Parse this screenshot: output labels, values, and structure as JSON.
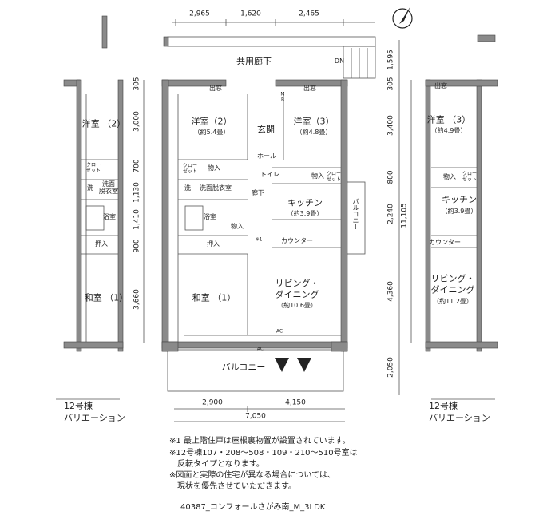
{
  "dimensions": {
    "top": [
      "2,965",
      "1,620",
      "2,465"
    ],
    "right": [
      "1,595",
      "305",
      "3,400",
      "800",
      "2,240",
      "4,360",
      "2,050"
    ],
    "right_total": "11,105",
    "left": [
      "305",
      "3,000",
      "700",
      "1,130",
      "1,410",
      "900",
      "3,660"
    ],
    "bottom": [
      "2,900",
      "4,150"
    ],
    "bottom_total": "7,050"
  },
  "common": {
    "corridor": "共用廊下",
    "down": "DN"
  },
  "main": {
    "bay_window": "出窓",
    "mb": "M\nB",
    "room2": "洋室（2）",
    "room2_size": "（約5.4畳）",
    "entrance": "玄関",
    "room3": "洋室（3）",
    "room3_size": "（約4.8畳）",
    "hall": "ホール",
    "closet": "クロー\nゼット",
    "storage": "物入",
    "toilet": "トイレ",
    "wash": "洗",
    "washroom": "洗面脱衣室",
    "corridor": "廊下",
    "kitchen": "キッチン",
    "kitchen_size": "（約3.9畳）",
    "bath": "浴室",
    "oshiire": "押入",
    "note1": "※1",
    "counter": "カウンター",
    "balcony_side": "バルコニー",
    "washitsu": "和室 （1）",
    "living": "リビング・",
    "living2": "ダイニング",
    "living_size": "（約10.6畳）",
    "ac": "AC",
    "balcony": "バルコニー"
  },
  "left_variation": {
    "room2": "洋室 （2）",
    "closet": "クロー\nゼット",
    "wash": "洗",
    "washroom": "洗面\n脱衣室",
    "bath": "浴室",
    "oshiire": "押入",
    "washitsu": "和室 （1）",
    "caption1": "12号棟",
    "caption2": "バリエーション"
  },
  "right_variation": {
    "bay_window": "出窓",
    "room3": "洋室 （3）",
    "room3_size": "（約4.9畳）",
    "storage": "物入",
    "closet": "クロー\nゼット",
    "kitchen": "キッチン",
    "kitchen_size": "（約3.9畳）",
    "counter": "カウンター",
    "living": "リビング・",
    "living2": "ダイニング",
    "living_size": "（約11.2畳）",
    "caption1": "12号棟",
    "caption2": "バリエーション"
  },
  "notes": [
    "※1 最上階住戸は屋根裏物置が設置されています。",
    "※12号棟107・208〜508・109・210〜510号室は",
    "　反転タイプとなります。",
    "※図面と実際の住宅が異なる場合については、",
    "　現状を優先させていただきます。"
  ],
  "footer": "40387_コンフォールさがみ南_M_3LDK"
}
